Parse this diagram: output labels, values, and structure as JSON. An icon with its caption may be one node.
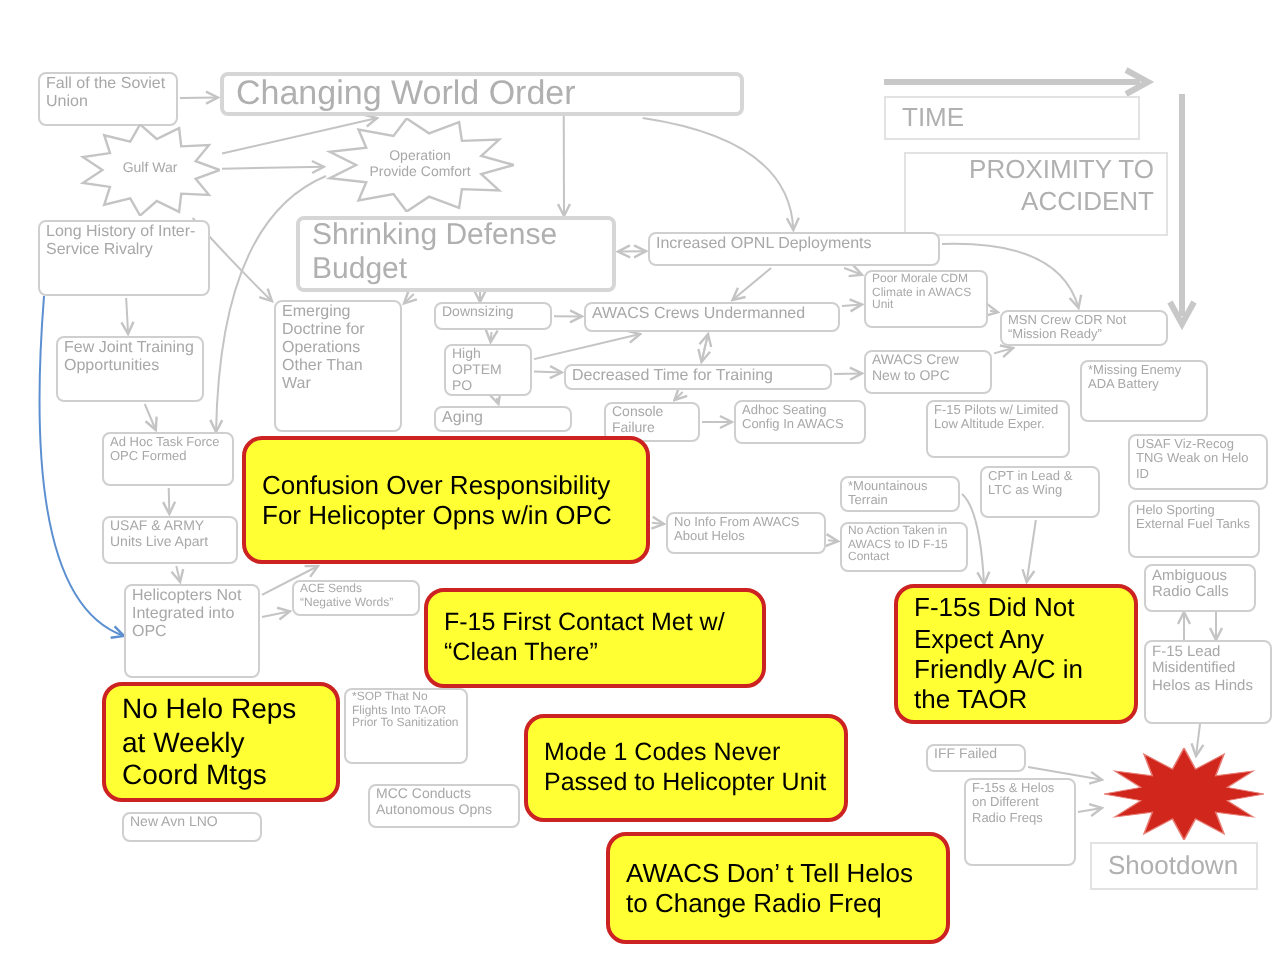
{
  "diagram": {
    "nodes": [
      {
        "text": [
          "Fall of the Soviet Union"
        ]
      },
      {
        "text": [
          "Changing World Order"
        ]
      },
      {
        "text": [
          "Gulf War"
        ]
      },
      {
        "text": [
          "Operation Provide Comfort"
        ]
      },
      {
        "text": [
          "TIME"
        ]
      },
      {
        "text": [
          "PROXIMITY TO ACCIDENT"
        ]
      },
      {
        "text": [
          "Long History of Inter-Service Rivalry"
        ]
      },
      {
        "text": [
          "Shrinking Defense Budget"
        ]
      },
      {
        "text": [
          "Increased OPNL Deployments"
        ]
      },
      {
        "text": [
          "Few Joint Training Opportunities"
        ]
      },
      {
        "text": [
          "Emerging Doctrine for Operations Other Than War"
        ]
      },
      {
        "text": [
          "Downsizing"
        ]
      },
      {
        "text": [
          "AWACS Crews Undermanned"
        ]
      },
      {
        "text": [
          "Poor Morale CDM Climate in AWACS Unit"
        ]
      },
      {
        "text": [
          "MSN Crew CDR Not “Mission Ready”"
        ]
      },
      {
        "text": [
          "High OPTEM PO"
        ]
      },
      {
        "text": [
          "Decreased Time for Training"
        ]
      },
      {
        "text": [
          "AWACS Crew New to OPC"
        ]
      },
      {
        "text": [
          "Aging"
        ]
      },
      {
        "text": [
          "Console Failure"
        ]
      },
      {
        "text": [
          "Adhoc Seating Config In AWACS"
        ]
      },
      {
        "text": [
          "F-15 Pilots w/ Limited Low Altitude Exper."
        ]
      },
      {
        "text": [
          "*Missing Enemy ADA Battery"
        ]
      },
      {
        "text": [
          "Ad Hoc Task Force OPC Formed"
        ]
      },
      {
        "text": [
          "Confusion Over Responsibility For Helicopter Opns w/in OPC"
        ]
      },
      {
        "text": [
          "USAF & ARMY Units Live Apart"
        ]
      },
      {
        "text": [
          "*Mountainous Terrain"
        ]
      },
      {
        "text": [
          "CPT in Lead & LTC as Wing"
        ]
      },
      {
        "text": [
          "USAF Viz-Recog TNG Weak on Helo ID"
        ]
      },
      {
        "text": [
          "No Info From AWACS About Helos"
        ]
      },
      {
        "text": [
          "No Action Taken in AWACS to ID F-15 Contact"
        ]
      },
      {
        "text": [
          "Helo Sporting External Fuel Tanks"
        ]
      },
      {
        "text": [
          "Ambiguous Radio Calls"
        ]
      },
      {
        "text": [
          "ACE Sends “Negative Words”"
        ]
      },
      {
        "text": [
          "Helicopters Not Integrated into OPC"
        ]
      },
      {
        "text": [
          "F-15 First Contact Met w/ “Clean There”"
        ]
      },
      {
        "text": [
          "F-15s Did Not Expect Any Friendly A/C in the TAOR"
        ]
      },
      {
        "text": [
          "F-15 Lead Misidentified Helos as Hinds"
        ]
      },
      {
        "text": [
          "No Helo Reps at Weekly Coord Mtgs"
        ]
      },
      {
        "text": [
          "*SOP That No Flights Into TAOR Prior To Sanitization"
        ]
      },
      {
        "text": [
          "Mode 1 Codes Never Passed to Helicopter Unit"
        ]
      },
      {
        "text": [
          "IFF Failed"
        ]
      },
      {
        "text": [
          "MCC Conducts Autonomous Opns"
        ]
      },
      {
        "text": [
          "F-15s & Helos on Different Radio Freqs"
        ]
      },
      {
        "text": [
          "New Avn LNO"
        ]
      },
      {
        "text": [
          "AWACS Don’ t Tell Helos to Change Radio Freq"
        ]
      },
      {
        "text": [],
        "shape": "burst"
      },
      {
        "text": [
          "Shootdown"
        ]
      }
    ],
    "edges": [
      {
        "from": 0,
        "to": 1,
        "arrow": "to"
      },
      {
        "from": 2,
        "to": 1,
        "arrow": "to"
      },
      {
        "from": 2,
        "to": 3,
        "arrow": "to"
      },
      {
        "from": 2,
        "to": 10,
        "arrow": "to"
      },
      {
        "from": 1,
        "to": 7,
        "arrow": "to"
      },
      {
        "from": 1,
        "to": 8,
        "arrow": "to"
      },
      {
        "from": 7,
        "to": 8,
        "arrow": "both"
      },
      {
        "from": 6,
        "to": 9,
        "arrow": "to"
      },
      {
        "from": 9,
        "to": 23,
        "arrow": "to"
      },
      {
        "from": 7,
        "to": 11,
        "arrow": "to"
      },
      {
        "from": 7,
        "to": 10,
        "arrow": "to"
      },
      {
        "from": 11,
        "to": 12,
        "arrow": "to"
      },
      {
        "from": 11,
        "to": 15,
        "arrow": "to"
      },
      {
        "from": 15,
        "to": 12,
        "arrow": "to"
      },
      {
        "from": 15,
        "to": 16,
        "arrow": "to"
      },
      {
        "from": 15,
        "to": 18,
        "arrow": "to"
      },
      {
        "from": 12,
        "to": 16,
        "arrow": "to"
      },
      {
        "from": 16,
        "to": 12,
        "arrow": "to"
      },
      {
        "from": 8,
        "to": 12,
        "arrow": "to"
      },
      {
        "from": 8,
        "to": 13,
        "arrow": "to"
      },
      {
        "from": 8,
        "to": 14,
        "arrow": "to"
      },
      {
        "from": 13,
        "to": 14,
        "arrow": "to"
      },
      {
        "from": 17,
        "to": 14,
        "arrow": "to"
      },
      {
        "from": 16,
        "to": 19,
        "arrow": "to"
      },
      {
        "from": 19,
        "to": 20,
        "arrow": "to"
      },
      {
        "from": 23,
        "to": 25,
        "arrow": "to"
      },
      {
        "from": 25,
        "to": 34,
        "arrow": "to"
      },
      {
        "from": 6,
        "to": 34,
        "arrow": "to",
        "color": "#5b8fd0"
      },
      {
        "from": 34,
        "to": 24,
        "arrow": "to"
      },
      {
        "from": 34,
        "to": 33,
        "arrow": "to"
      },
      {
        "from": 3,
        "to": 23,
        "arrow": "to"
      },
      {
        "from": 26,
        "to": 36,
        "arrow": "to"
      },
      {
        "from": 27,
        "to": 36,
        "arrow": "to"
      },
      {
        "from": 37,
        "to": 32,
        "arrow": "to"
      },
      {
        "from": 32,
        "to": 37,
        "arrow": "to"
      },
      {
        "from": 37,
        "to": 46,
        "arrow": "to"
      },
      {
        "from": 41,
        "to": 46,
        "arrow": "to"
      },
      {
        "from": 43,
        "to": 46,
        "arrow": "to"
      },
      {
        "from": 16,
        "to": 17,
        "arrow": "to"
      },
      {
        "from": 12,
        "to": 13,
        "arrow": "to"
      },
      {
        "from": 24,
        "to": 29,
        "arrow": "to"
      },
      {
        "from": 29,
        "to": 30,
        "arrow": "to"
      }
    ]
  }
}
